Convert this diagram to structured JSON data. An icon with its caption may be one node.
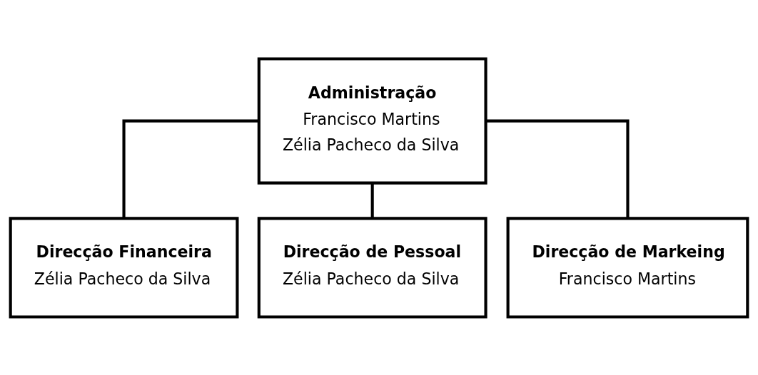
{
  "diagram": {
    "nodes": [
      {
        "text": [
          "Administração",
          "Francisco Martins",
          "Zélia Pacheco da Silva"
        ]
      },
      {
        "text": [
          "Direcção Financeira",
          "Zélia Pacheco da Silva"
        ]
      },
      {
        "text": [
          "Direcção de Pessoal",
          "Zélia Pacheco da Silva"
        ]
      },
      {
        "text": [
          "Direcção de Markeing",
          "Francisco Martins"
        ]
      }
    ],
    "edges": [
      {
        "from": 0,
        "to": 1,
        "arrow": "none"
      },
      {
        "from": 0,
        "to": 2,
        "arrow": "none"
      },
      {
        "from": 0,
        "to": 3,
        "arrow": "none"
      }
    ]
  }
}
